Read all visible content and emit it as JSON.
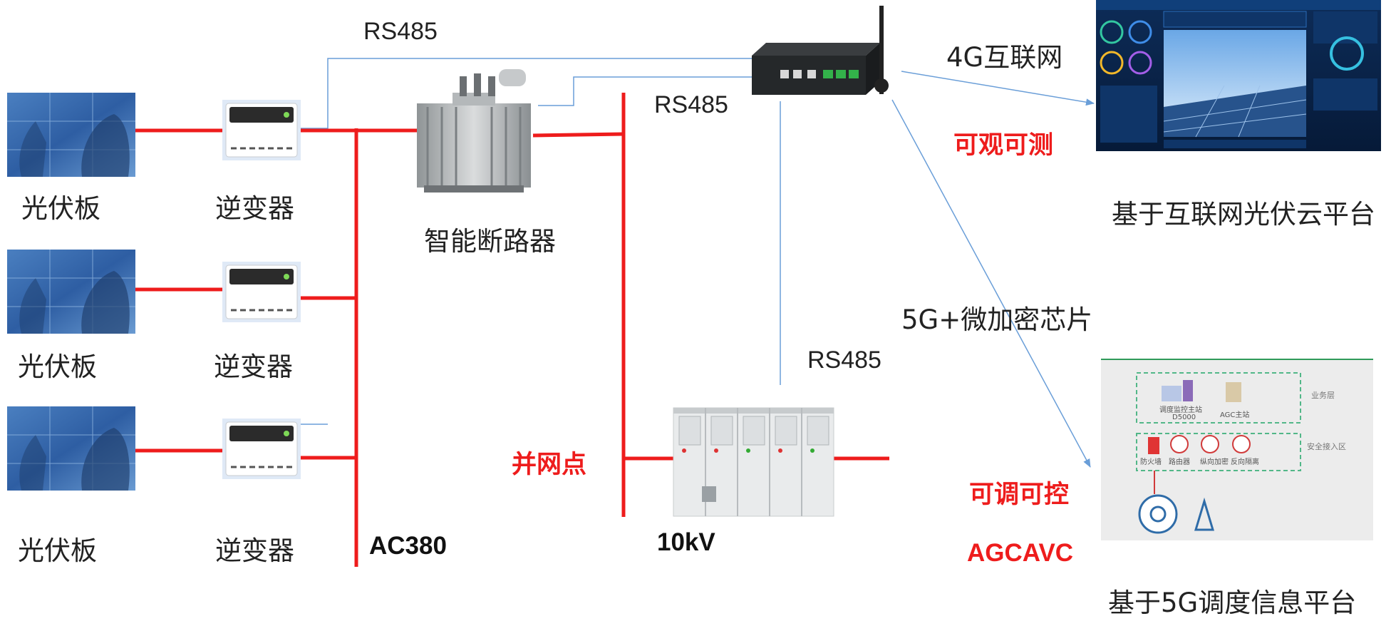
{
  "panels": {
    "label": "光伏板"
  },
  "inverters": {
    "label": "逆变器"
  },
  "breaker": {
    "label": "智能断路器"
  },
  "protocols": {
    "rs485": "RS485",
    "net_4g": "4G互联网",
    "net_5g": "5G+微加密芯片"
  },
  "points": {
    "grid_connection": "并网点",
    "ac380": "AC380",
    "kv10": "10kV"
  },
  "capabilities": {
    "observable": "可观可测",
    "controllable": "可调可控",
    "agc_avc": "AGCAVC"
  },
  "cloud_platform": {
    "title": "基于互联网光伏云平台"
  },
  "dispatch_platform": {
    "title": "基于5G调度信息平台",
    "zone_business": "业务层",
    "zone_secure": "安全接入区",
    "master_station_1": "调度监控主站",
    "master_station_1_sub": "D5000",
    "master_station_2": "AGC主站",
    "firewall": "防火墙",
    "router": "路由器",
    "forward_encrypt": "纵向加密",
    "reverse_isolation": "反向隔离"
  },
  "colors": {
    "power_line": "#ee1c1c",
    "comm_line": "#6a9ed8",
    "label_red": "#ee1c1c"
  }
}
